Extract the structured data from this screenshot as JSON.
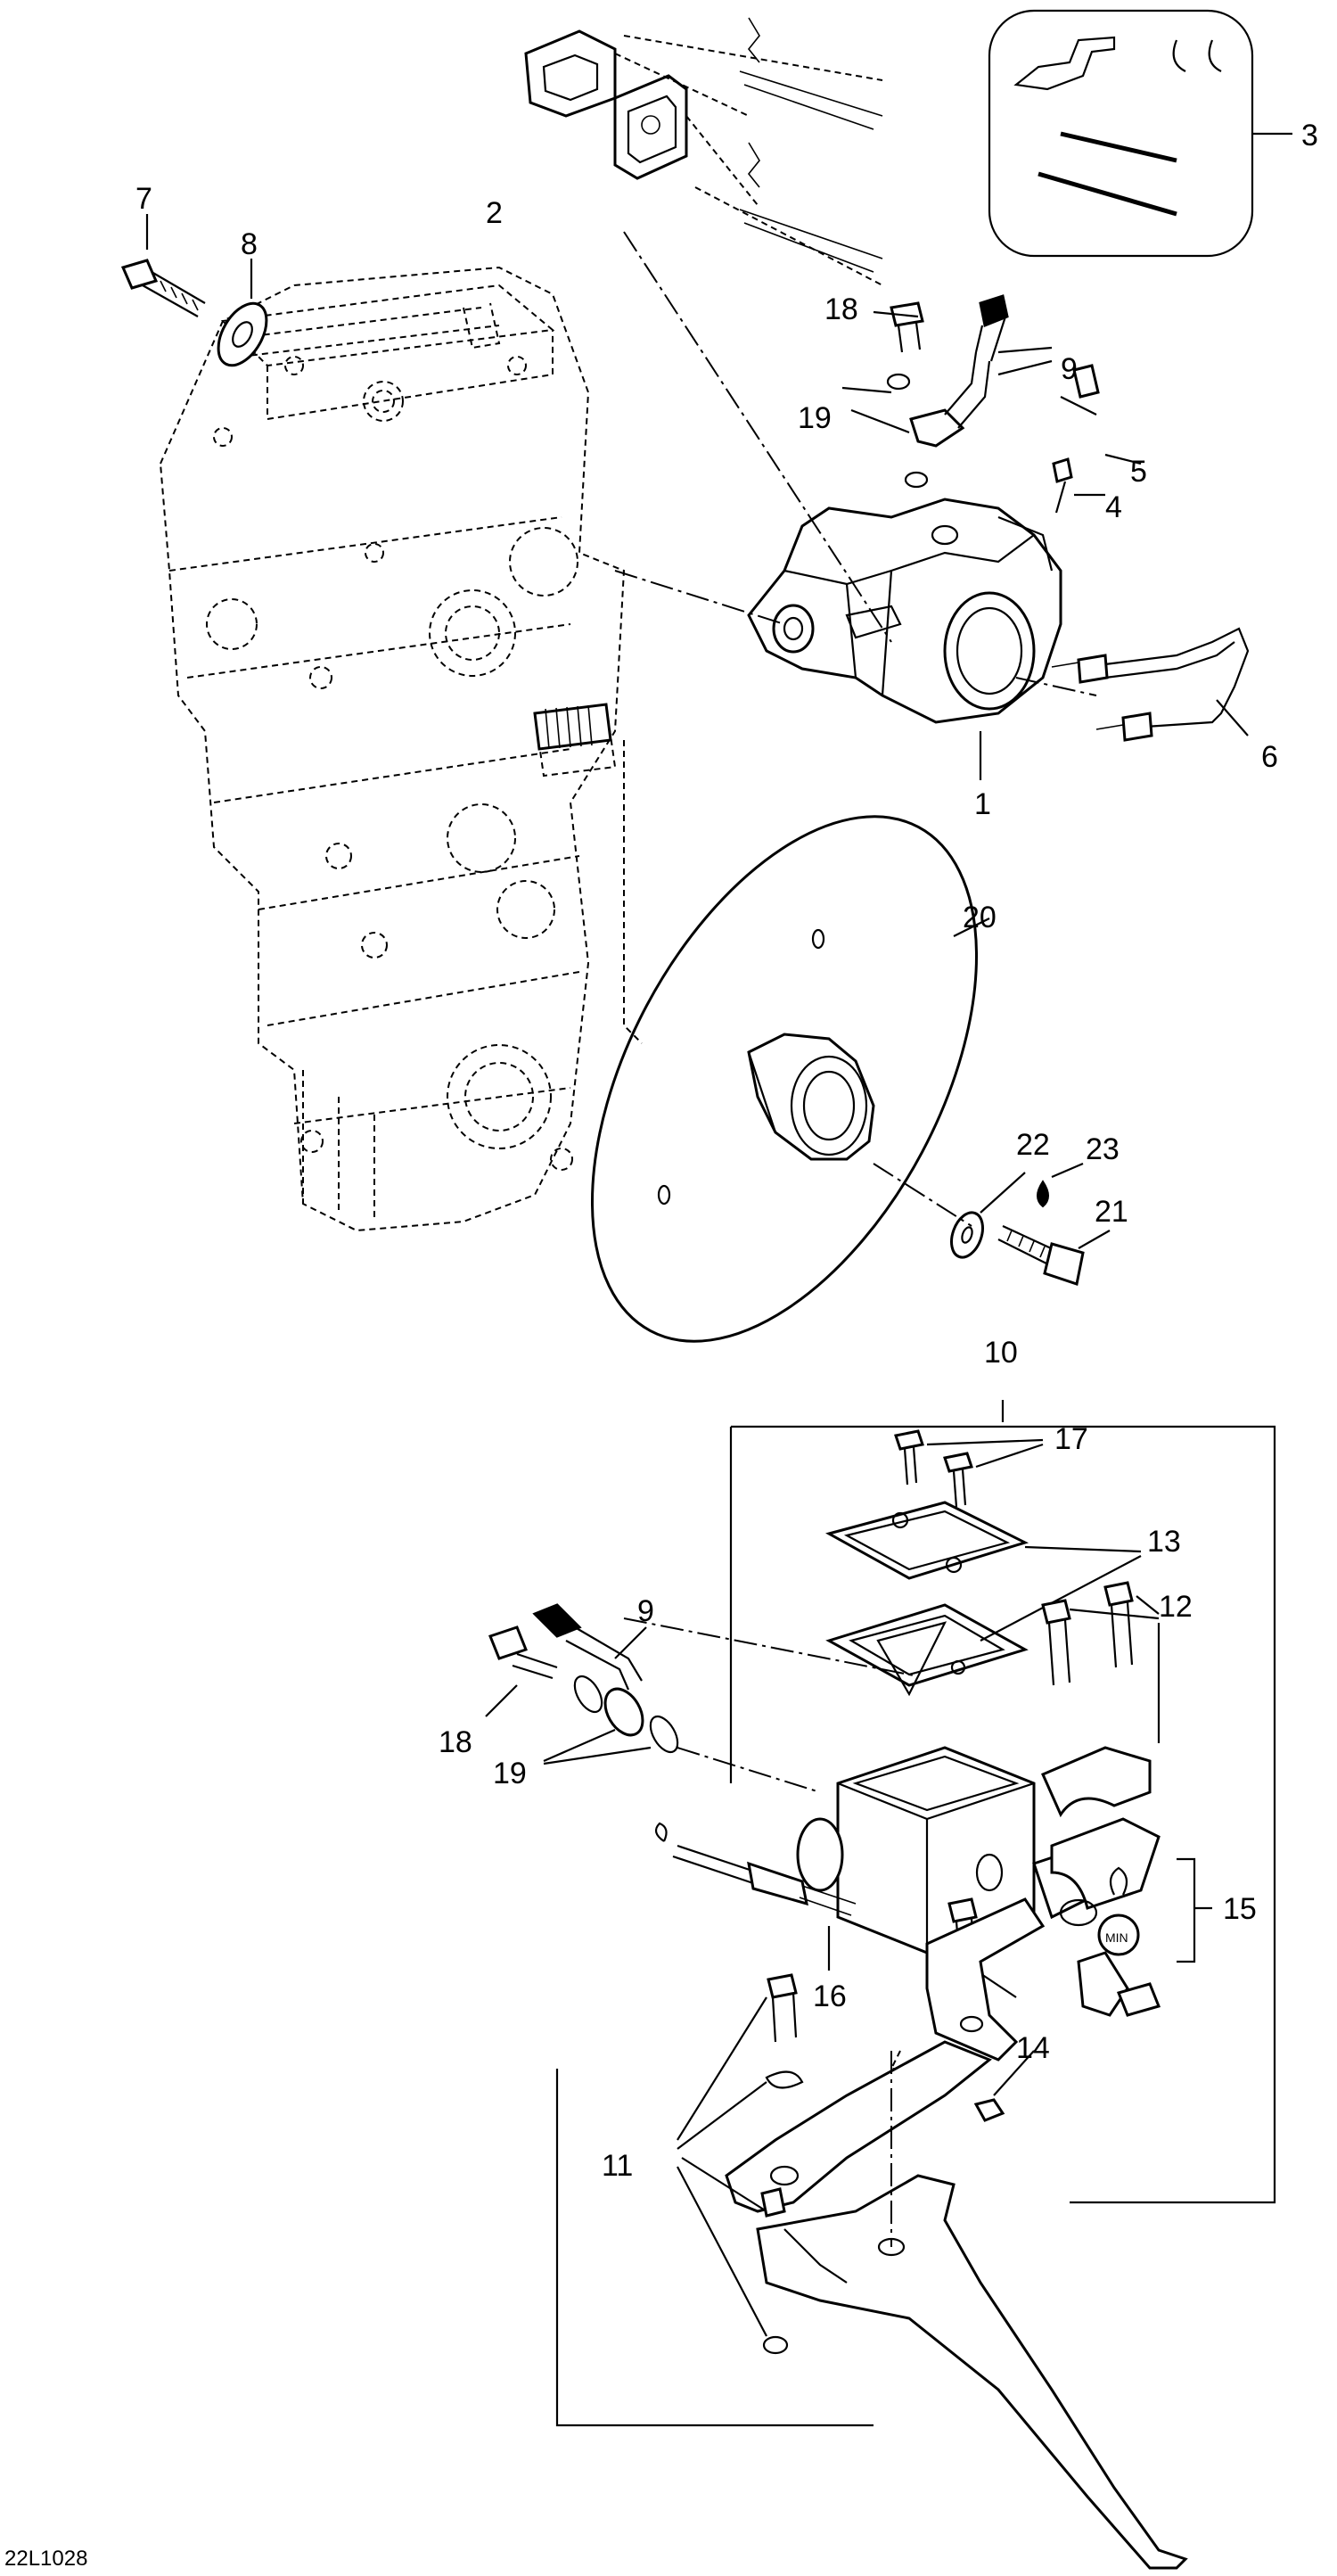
{
  "diagram": {
    "callouts": {
      "c1": "1",
      "c2": "2",
      "c3": "3",
      "c4": "4",
      "c5": "5",
      "c6": "6",
      "c7": "7",
      "c8": "8",
      "c9a": "9",
      "c9b": "9",
      "c10": "10",
      "c11": "11",
      "c12": "12",
      "c13": "13",
      "c14": "14",
      "c15": "15",
      "c16": "16",
      "c17": "17",
      "c18a": "18",
      "c18b": "18",
      "c19a": "19",
      "c19b": "19",
      "c20": "20",
      "c21": "21",
      "c22": "22",
      "c23": "23"
    },
    "drawing_code": "22L1028",
    "reservoir_label": "MIN"
  }
}
